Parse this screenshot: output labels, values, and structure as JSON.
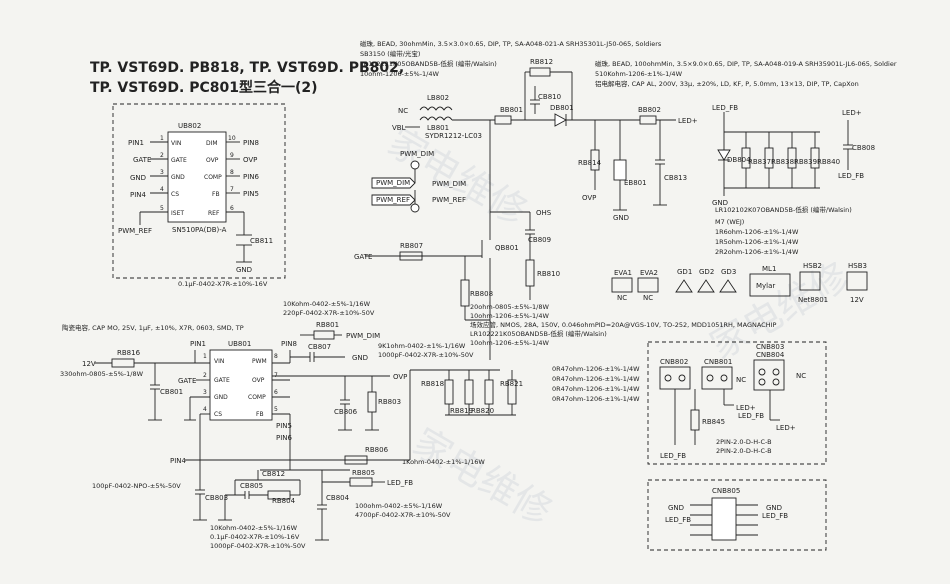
{
  "title": {
    "line1": "TP. VST69D. PB818, TP. VST69D. PB802,",
    "line2": "TP. VST69D. PC801型三合一(2)"
  },
  "notes": {
    "ferrite": "磁珠, BEAD, 30ohmMin, 3.5×3.0×0.65, DIP, TP, SA-A048-021-A SRH35301L-J50-065, Soldiers",
    "sb3150": "SB3150 (编带/光宝)",
    "lr_a": "LR102221K05OBAND5B-低损 (编带/Walsin)",
    "r10_a": "10ohm-1206-±5%-1/4W",
    "ferrite2": "磁珠, BEAD, 100ohmMin, 3.5×9.0×0.65, DIP, TP, SA-A048-019-A SRH35901L-JL6-065, Soldier",
    "r510": "510Kohm-1206-±1%-1/4W",
    "cap_al": "铝电解电容, CAP AL, 200V, 33μ, ±20%, LD, KF, P, 5.0mm, 13×13, DIP, TP, CapXon",
    "lr_b": "LR102102K07OBAND5B-低损 (编带/Walsin)",
    "m7": "M7 (WEJ)",
    "r1r6": "1R6ohm-1206-±1%-1/4W",
    "r1r5": "1R5ohm-1206-±1%-1/4W",
    "r2r2": "2R2ohm-1206-±1%-1/4W",
    "c_ceramic": "陶瓷电容, CAP MO, 25V, 1μF, ±10%, X7R, 0603, SMD, TP",
    "r330": "330ohm-0805-±5%-1/8W",
    "r10k": "10Kohm-0402-±5%-1/16W",
    "c220p": "220pF-0402-X7R-±10%-50V",
    "r9k1": "9K1ohm-0402-±1%-1/16W",
    "c1000p": "1000pF-0402-X7R-±10%-50V",
    "r20": "20ohm-0805-±5%-1/8W",
    "r10_b": "10ohm-1206-±5%-1/4W",
    "mos": "场效应管, NMOS, 28A, 150V, 0.046ohmPID=20A@VGS-10V, TO-252, MDD1051RH, MAGNACHIP",
    "lr_c": "LR102221K05OBAND5B-低损 (编带/Walsin)",
    "r10_c": "10ohm-1206-±5%-1/4W",
    "r1k": "1Kohm-0402-±1%-1/16W",
    "c100p": "100pF-0402-NPO-±5%-50V",
    "r100": "100ohm-0402-±5%-1/16W",
    "c4700p": "4700pF-0402-X7R-±10%-50V",
    "r10k_b": "10Kohm-0402-±5%-1/16W",
    "c01u": "0.1μF-0402-X7R-±10%-16V",
    "c1000p_b": "1000pF-0402-X7R-±10%-50V",
    "c01u_top": "0.1μF-0402-X7R-±10%-16V",
    "r0r47_1": "0R47ohm-1206-±1%-1/4W",
    "r0r47_2": "0R47ohm-1206-±1%-1/4W",
    "r0r47_3": "0R47ohm-1206-±1%-1/4W",
    "r0r47_4": "0R47ohm-1206-±1%-1/4W",
    "zpin1": "2PIN-2.0-D-H-C-B",
    "zpin2": "2PIN-2.0-D-H-C-B"
  },
  "refs": {
    "ub802": "UB802",
    "ub801": "UB801",
    "lb802": "LB802",
    "lb801": "LB801",
    "rb812": "RB812",
    "cb810": "CB810",
    "db801": "DB801",
    "bb801": "BB801",
    "bb802": "BB802",
    "rb814": "RB814",
    "eb801": "EB801",
    "cb813": "CB813",
    "qb801": "QB801",
    "cb809": "CB809",
    "rb810": "RB810",
    "rb807": "RB807",
    "rb808": "RB808",
    "rb816": "RB816",
    "cb801": "CB801",
    "cb807": "CB807",
    "rb801": "RB801",
    "cb806": "CB806",
    "rb803": "RB803",
    "rb818": "RB818",
    "rb819": "RB819",
    "rb820": "RB820",
    "rb821": "RB821",
    "rb806": "RB806",
    "rb805": "RB805",
    "cb804": "CB804",
    "cb812": "CB812",
    "cb805": "CB805",
    "rb804": "RB804",
    "cb803": "CB803",
    "cb811": "CB811",
    "db804": "DB804",
    "rb837": "RB837",
    "rb838": "RB838",
    "rb839": "RB839",
    "rb840": "RB840",
    "cb808": "CB808",
    "eva1": "EVA1",
    "eva2": "EVA2",
    "gd1": "GD1",
    "gd2": "GD2",
    "gd3": "GD3",
    "ml1": "ML1",
    "hsb2": "HSB2",
    "hsb3": "HSB3",
    "cnb802": "CNB802",
    "cnb801": "CNB801",
    "cnb803": "CNB803",
    "cnb804": "CNB804",
    "rb845": "RB845",
    "cnb805": "CNB805",
    "sydr": "SYDR1212-LC03",
    "mylar": "Mylar",
    "nb": "NC",
    "netb": "Net8801"
  },
  "ic_top": {
    "pins_left": [
      "VIN",
      "GATE",
      "GND",
      "CS",
      "ISET"
    ],
    "pins_right": [
      "DIM",
      "OVP",
      "COMP",
      "FB",
      "REF"
    ],
    "nums_left": [
      "1",
      "2",
      "3",
      "4",
      "5"
    ],
    "nums_right": [
      "10",
      "9",
      "8",
      "7",
      "6"
    ],
    "part": "SN510PA(DB)-A"
  },
  "ic_bot": {
    "pins_left": [
      "VIN",
      "GATE",
      "GND",
      "CS"
    ],
    "pins_right": [
      "PWM",
      "OVP",
      "COMP",
      "FB"
    ],
    "nums_left": [
      "1",
      "2",
      "3",
      "4"
    ],
    "nums_right": [
      "8",
      "7",
      "6",
      "5"
    ]
  },
  "nets": {
    "pin1": "PIN1",
    "pin8": "PIN8",
    "pin6": "PIN6",
    "pin5": "PIN5",
    "pin4": "PIN4",
    "gate": "GATE",
    "gnd": "GND",
    "pwm_ref": "PWM_REF",
    "pwm_dim": "PWM_DIM",
    "ovp": "OVP",
    "led_fb": "LED_FB",
    "led_plus": "LED+",
    "v12": "12V",
    "vbl": "VBL",
    "ohs": "OHS",
    "nc": "NC",
    "n12v": "12V"
  }
}
